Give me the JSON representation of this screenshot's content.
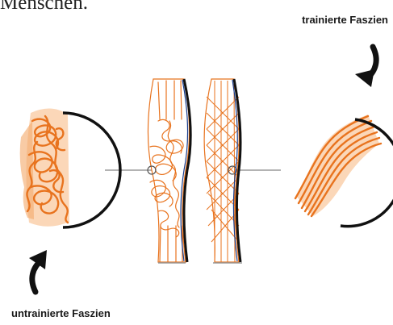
{
  "header": {
    "partial_text": "Menschen."
  },
  "labels": {
    "trained": "trainierte Faszien",
    "untrained": "untrainierte Faszien"
  },
  "colors": {
    "fiber": "#e8731e",
    "fiber_light": "#f4a869",
    "fiber_fill": "#fbd3b0",
    "outline_dark": "#111111",
    "outline_blue": "#1a3f8f",
    "connector": "#9a9a9a"
  },
  "icons": {
    "arrow_top": "curved-arrow-down-icon",
    "arrow_bottom": "curved-arrow-up-icon"
  }
}
